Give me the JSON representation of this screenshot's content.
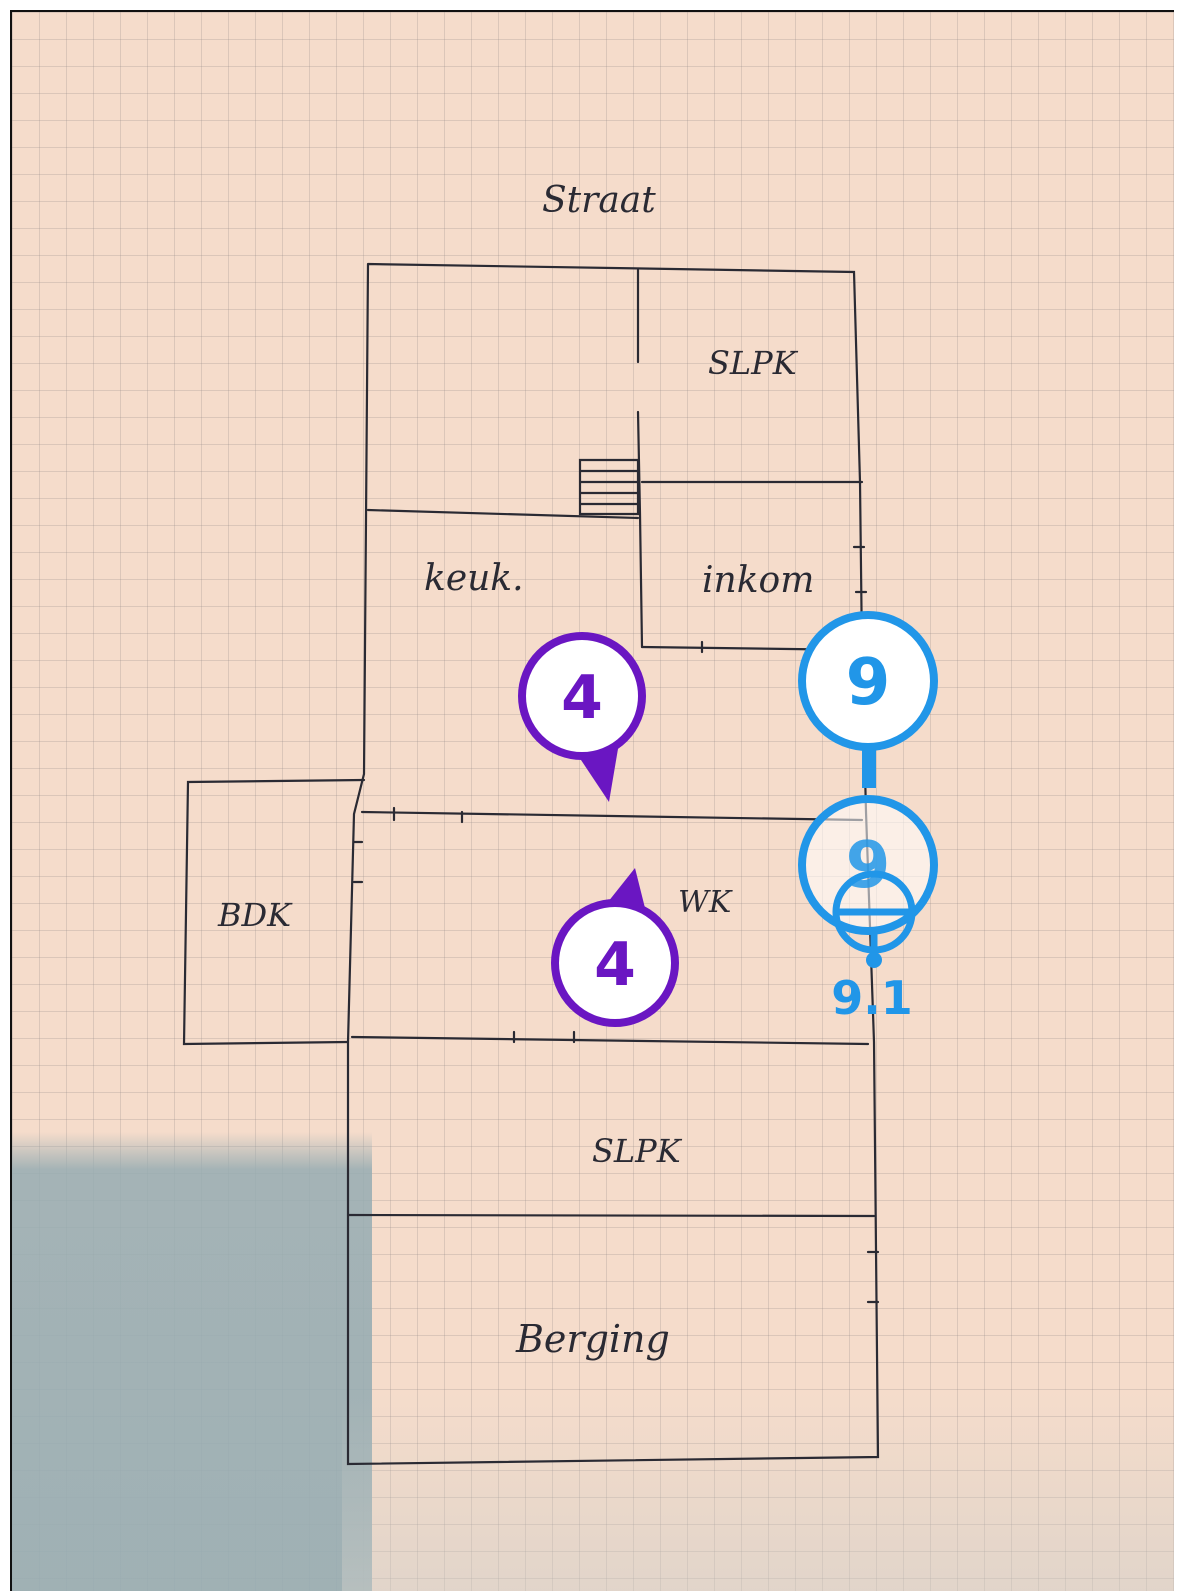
{
  "labels": {
    "street": "Straat",
    "bedroom_top": "SLPK",
    "kitchen": "keuk.",
    "entrance": "inkom",
    "bathroom": "BDK",
    "living": "WK",
    "bedroom_bottom": "SLPK",
    "storage": "Berging"
  },
  "markers": {
    "purple_top": "4",
    "purple_bottom": "4",
    "blue_top": "9",
    "blue_mid": "9",
    "blue_sub": "9.1"
  },
  "colors": {
    "ink": "#2a2a33",
    "paper": "#f5dccb",
    "purple": "#6a16c2",
    "blue": "#2196e8"
  }
}
